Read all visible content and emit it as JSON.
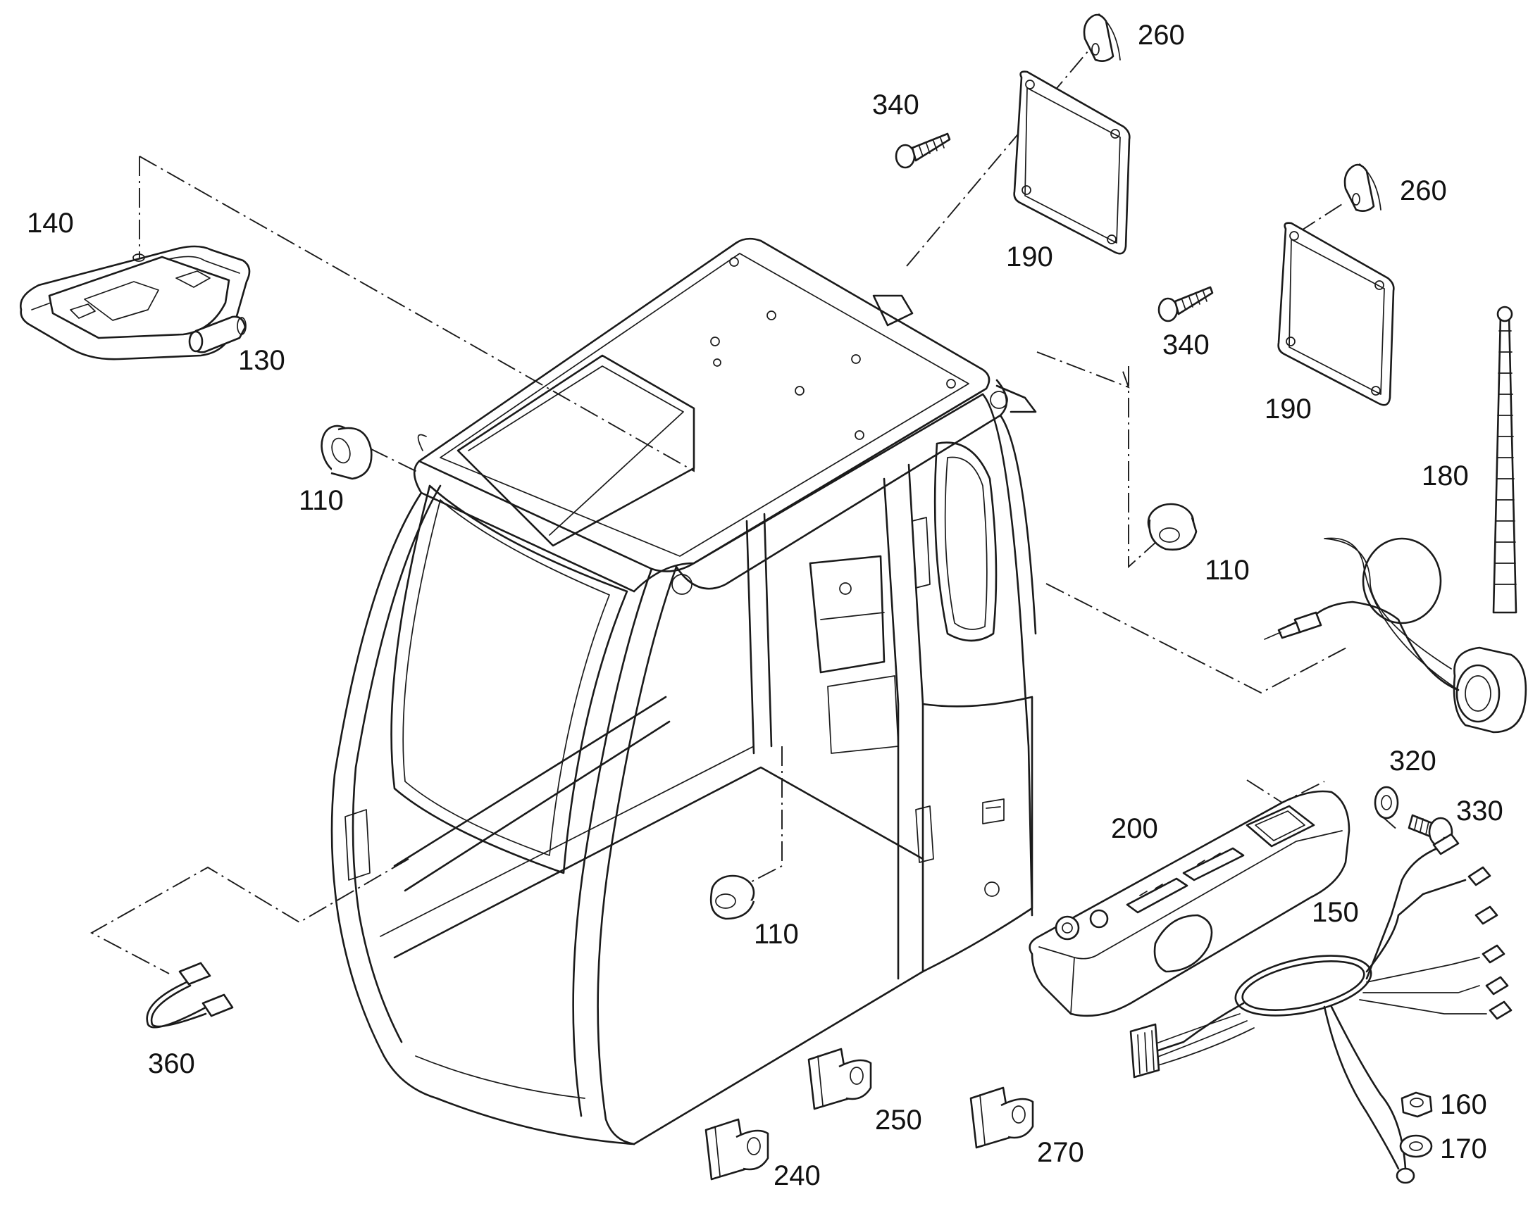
{
  "labels": {
    "p110a": "110",
    "p110b": "110",
    "p110c": "110",
    "p130": "130",
    "p140": "140",
    "p150": "150",
    "p160": "160",
    "p170": "170",
    "p180": "180",
    "p190a": "190",
    "p190b": "190",
    "p200": "200",
    "p240": "240",
    "p250": "250",
    "p260a": "260",
    "p260b": "260",
    "p270": "270",
    "p320": "320",
    "p330": "330",
    "p340a": "340",
    "p340b": "340",
    "p360": "360"
  }
}
